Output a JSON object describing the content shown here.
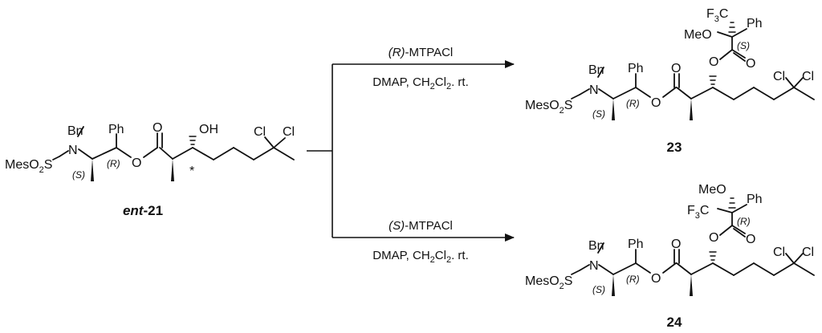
{
  "start": {
    "label": "ent-21",
    "label_prefix": "ent",
    "label_number": "21",
    "atoms": {
      "bn": "Bn",
      "n": "N",
      "ph": "Ph",
      "o_carbonyl": "O",
      "oh": "OH",
      "cl_a": "Cl",
      "cl_b": "Cl",
      "ester_o": "O",
      "star": "*",
      "mes": "MesO",
      "o2": "2",
      "s": "S"
    },
    "stereo": {
      "s": "(S)",
      "r": "(R)"
    }
  },
  "upper_reaction": {
    "reagent_chiral": "(R)",
    "reagent_name": "-MTPACl",
    "conditions_a": "DMAP, CH",
    "conditions_b": "Cl",
    "conditions_c": ". rt.",
    "sub2a": "2",
    "sub2b": "2"
  },
  "lower_reaction": {
    "reagent_chiral": "(S)",
    "reagent_name": "-MTPACl",
    "conditions_a": "DMAP, CH",
    "conditions_b": "Cl",
    "conditions_c": ". rt.",
    "sub2a": "2",
    "sub2b": "2"
  },
  "product_23": {
    "label": "23",
    "atoms": {
      "bn": "Bn",
      "n": "N",
      "ph": "Ph",
      "o_carbonyl": "O",
      "o_ester_chain": "O",
      "o_mtpa": "O",
      "o_mtpa_carbonyl": "O",
      "cl_a": "Cl",
      "cl_b": "Cl",
      "mes": "MesO",
      "o2": "2",
      "s": "S",
      "cf3_f": "F",
      "cf3_3": "3",
      "cf3_c": "C",
      "ome": "MeO",
      "ph_mtpa": "Ph"
    },
    "stereo": {
      "s": "(S)",
      "r": "(R)",
      "mtpa": "(S)"
    }
  },
  "product_24": {
    "label": "24",
    "atoms": {
      "bn": "Bn",
      "n": "N",
      "ph": "Ph",
      "o_carbonyl": "O",
      "o_ester_chain": "O",
      "o_mtpa": "O",
      "o_mtpa_carbonyl": "O",
      "cl_a": "Cl",
      "cl_b": "Cl",
      "mes": "MesO",
      "o2": "2",
      "s": "S",
      "cf3_f": "F",
      "cf3_3": "3",
      "cf3_c": "C",
      "ome": "MeO",
      "ph_mtpa": "Ph"
    },
    "stereo": {
      "s": "(S)",
      "r": "(R)",
      "mtpa": "(R)"
    }
  }
}
